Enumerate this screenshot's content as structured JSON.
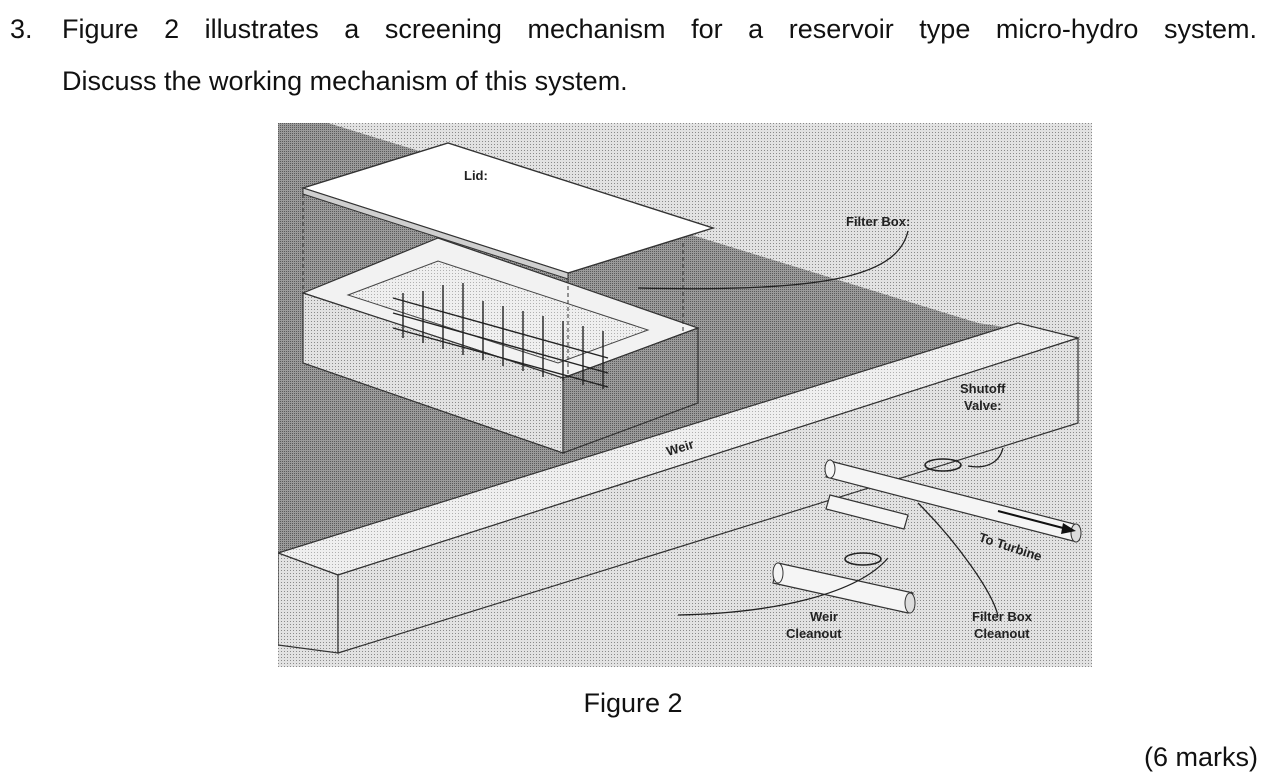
{
  "question": {
    "number": "3.",
    "line1": "Figure 2 illustrates a screening mechanism for a reservoir type micro-hydro system.",
    "line2": "Discuss the working mechanism of this system."
  },
  "figure": {
    "labels": {
      "lid": "Lid:",
      "filter_box": "Filter Box:",
      "shutoff_line1": "Shutoff",
      "shutoff_line2": "Valve:",
      "weir": "Weir",
      "to_turbine": "To Turbine",
      "weir_cleanout_line1": "Weir",
      "weir_cleanout_line2": "Cleanout",
      "filter_cleanout_line1": "Filter Box",
      "filter_cleanout_line2": "Cleanout"
    },
    "caption": "Figure 2"
  },
  "marks": "(6 marks)"
}
